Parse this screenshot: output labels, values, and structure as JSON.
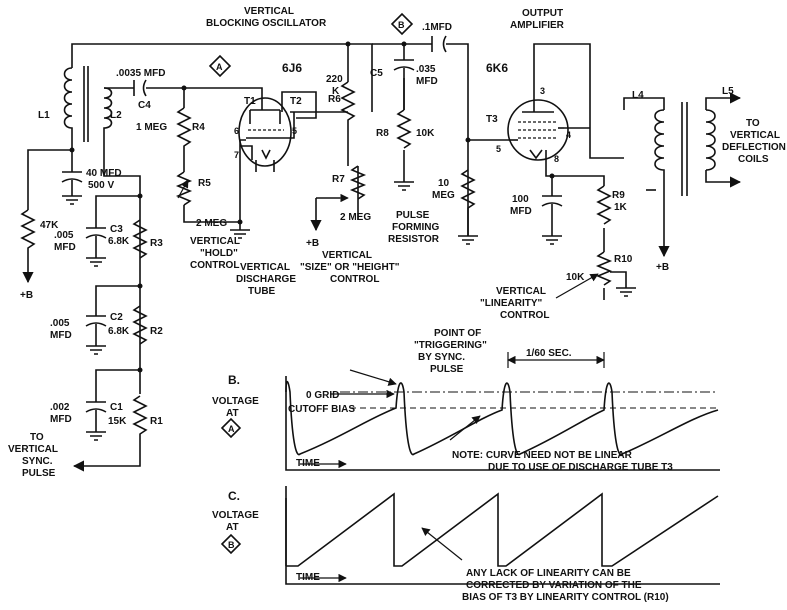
{
  "labels": {
    "vbo_1": "VERTICAL",
    "vbo_2": "BLOCKING OSCILLATOR",
    "out_1": "OUTPUT",
    "out_2": "AMPLIFIER",
    "tube_6j6": "6J6",
    "tube_6k6": "6K6",
    "t1": "T1",
    "t2": "T2",
    "t3": "T3",
    "pin6": "6",
    "pin7": "7",
    "pin5a": "5",
    "pin5b": "5",
    "pin3": "3",
    "pin4": "4",
    "pin8": "8",
    "point_a": "A",
    "point_b": "B",
    "c4_val": ".0035 MFD",
    "c4": "C4",
    "c1mfd": ".1MFD",
    "l1": "L1",
    "l2": "L2",
    "l4": "L4",
    "l5": "L5",
    "r4": "R4",
    "r4_val": "1 MEG",
    "r5": "R5",
    "r5_val": "2 MEG",
    "r6": "R6",
    "r6_val_1": "220",
    "r6_val_2": "K",
    "c5": "C5",
    "c5_val_1": ".035",
    "c5_val_2": "MFD",
    "r8": "R8",
    "r8_val": "10K",
    "r7": "R7",
    "r7_val": "2 MEG",
    "r10meg_1": "10",
    "r10meg_2": "MEG",
    "cap40_1": "40 MFD",
    "cap40_2": "500 V",
    "r47k": "47K",
    "c3_val_1": ".005",
    "c3_val_2": "MFD",
    "c3": "C3",
    "c3_k": "6.8K",
    "r3": "R3",
    "c2_val_1": ".005",
    "c2_val_2": "MFD",
    "c2": "C2",
    "c2_k": "6.8K",
    "r2": "R2",
    "c1_val_1": ".002",
    "c1_val_2": "MFD",
    "c1": "C1",
    "c1_k": "15K",
    "r1": "R1",
    "plus_b_1": "+B",
    "plus_b_2": "+B",
    "plus_b_3": "+B",
    "sync_1": "TO",
    "sync_2": "VERTICAL",
    "sync_3": "SYNC.",
    "sync_4": "PULSE",
    "hold_1": "VERTICAL",
    "hold_2": "\"HOLD\"",
    "hold_3": "CONTROL",
    "disc_1": "VERTICAL",
    "disc_2": "DISCHARGE",
    "disc_3": "TUBE",
    "size_1": "VERTICAL",
    "size_2": "\"SIZE\" OR \"HEIGHT\"",
    "size_3": "CONTROL",
    "pulse_1": "PULSE",
    "pulse_2": "FORMING",
    "pulse_3": "RESISTOR",
    "c100_1": "100",
    "c100_2": "MFD",
    "r9": "R9",
    "r9_val": "1K",
    "r10": "R10",
    "r10_val": "10K",
    "lin_1": "VERTICAL",
    "lin_2": "\"LINEARITY\"",
    "lin_3": "CONTROL",
    "coils_1": "TO",
    "coils_2": "VERTICAL",
    "coils_3": "DEFLECTION",
    "coils_4": "COILS",
    "gb": "B.",
    "gb_v": "VOLTAGE",
    "gb_at": "AT",
    "gb_pt": "A",
    "gc": "C.",
    "gc_v": "VOLTAGE",
    "gc_at": "AT",
    "gc_pt": "B",
    "trig_1": "POINT OF",
    "trig_2": "\"TRIGGERING\"",
    "trig_3": "BY SYNC.",
    "trig_4": "PULSE",
    "period": "1/60 SEC.",
    "zero_grid": "0 GRID",
    "cutoff": "CUTOFF BIAS",
    "time_b": "TIME",
    "time_c": "TIME",
    "note_1": "NOTE: CURVE NEED NOT BE LINEAR",
    "note_2": "DUE TO USE OF DISCHARGE TUBE T3",
    "lin_note_1": "ANY LACK OF LINEARITY CAN BE",
    "lin_note_2": "CORRECTED BY VARIATION OF THE",
    "lin_note_3": "BIAS OF T3 BY LINEARITY CONTROL (R10)"
  }
}
